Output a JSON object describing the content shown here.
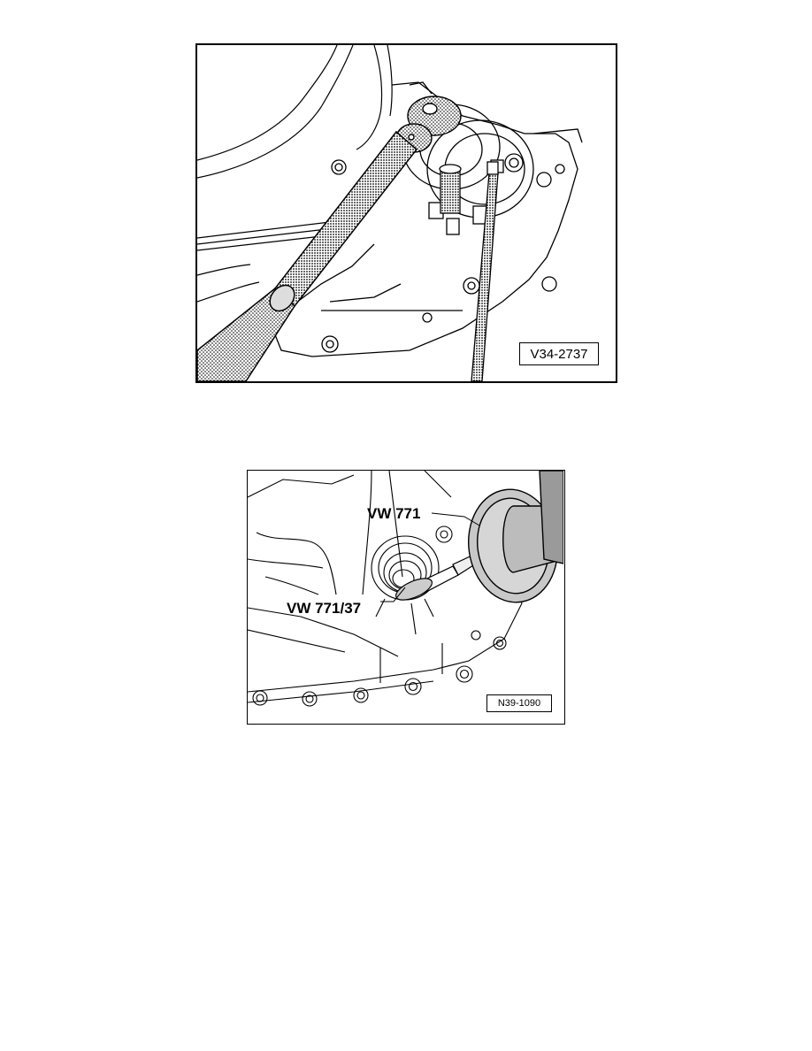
{
  "figures": [
    {
      "id_label": "V34-2737"
    },
    {
      "id_label": "N39-1090",
      "callouts": {
        "tool_main": "VW 771",
        "tool_adapter": "VW 771/37"
      }
    }
  ]
}
